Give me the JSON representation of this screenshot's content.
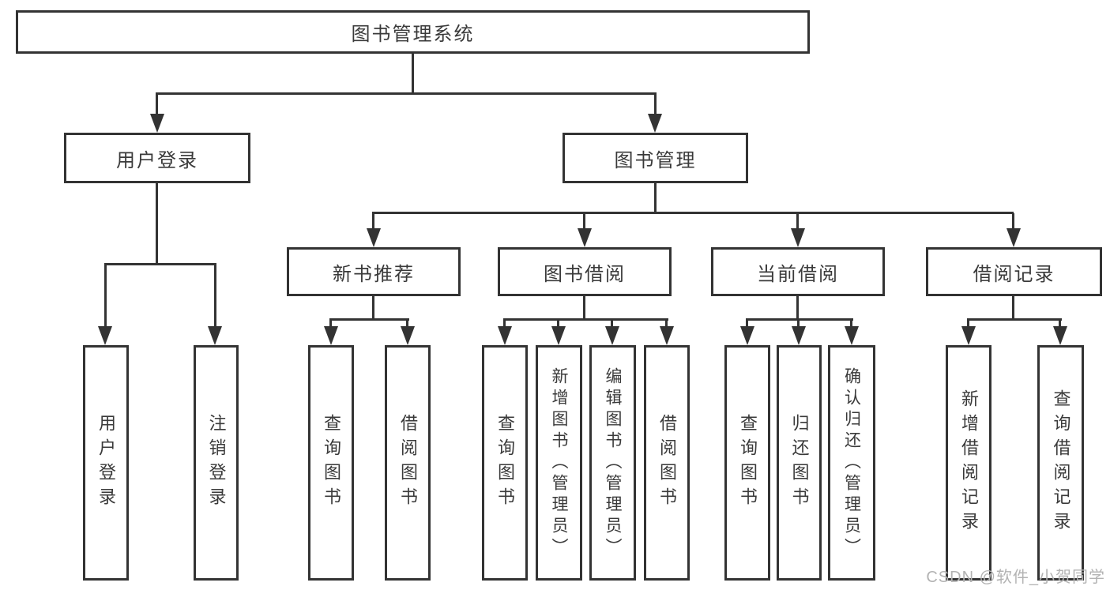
{
  "diagram": {
    "root_label": "图书管理系统",
    "level1": [
      "用户登录",
      "图书管理"
    ],
    "level2": [
      "新书推荐",
      "图书借阅",
      "当前借阅",
      "借阅记录"
    ],
    "leaves": {
      "user_login": [
        "用户登录",
        "注销登录"
      ],
      "new_book_rec": [
        "查询图书",
        "借阅图书"
      ],
      "book_borrow": [
        "查询图书",
        "新增图书（管理员）",
        "编辑图书（管理员）",
        "借阅图书"
      ],
      "current_borrow": [
        "查询图书",
        "归还图书",
        "确认归还（管理员）"
      ],
      "borrow_record": [
        "新增借阅记录",
        "查询借阅记录"
      ]
    },
    "colors": {
      "line": "#333333",
      "text": "#3a3a3a",
      "watermark": "#b3b3b3",
      "background": "#ffffff"
    }
  },
  "watermark": {
    "text": "CSDN @软件_小贺同学"
  }
}
